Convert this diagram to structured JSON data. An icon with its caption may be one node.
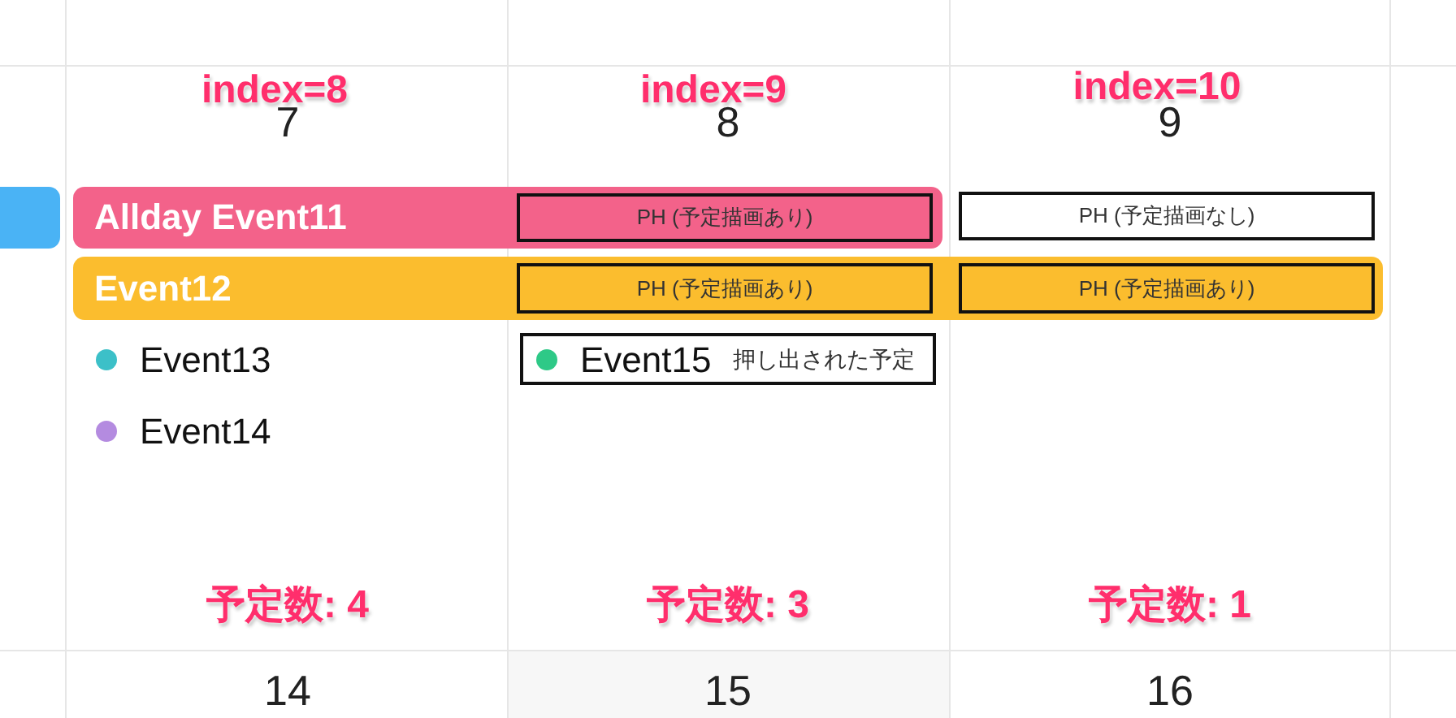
{
  "diagram": {
    "nodes": [
      {
        "text": [],
        "shape": "bar"
      },
      {
        "text": [
          "Allday Event11"
        ]
      },
      {
        "text": [
          "PH (予定描画あり)"
        ],
        "in": 1
      },
      {
        "text": [
          "PH (予定描画なし)"
        ]
      },
      {
        "text": [
          "Event12"
        ]
      },
      {
        "text": [
          "PH (予定描画あり)"
        ],
        "in": 4
      },
      {
        "text": [
          "PH (予定描画あり)"
        ],
        "in": 4
      },
      {
        "text": [
          "Event13"
        ]
      },
      {
        "text": [
          "Event15",
          "押し出された予定"
        ]
      },
      {
        "text": [
          "Event14"
        ]
      }
    ],
    "edges": [],
    "labels": [
      "index=8",
      "index=9",
      "index=10",
      "7",
      "8",
      "9",
      "予定数: 4",
      "予定数: 3",
      "予定数: 1",
      "14",
      "15",
      "16"
    ]
  }
}
